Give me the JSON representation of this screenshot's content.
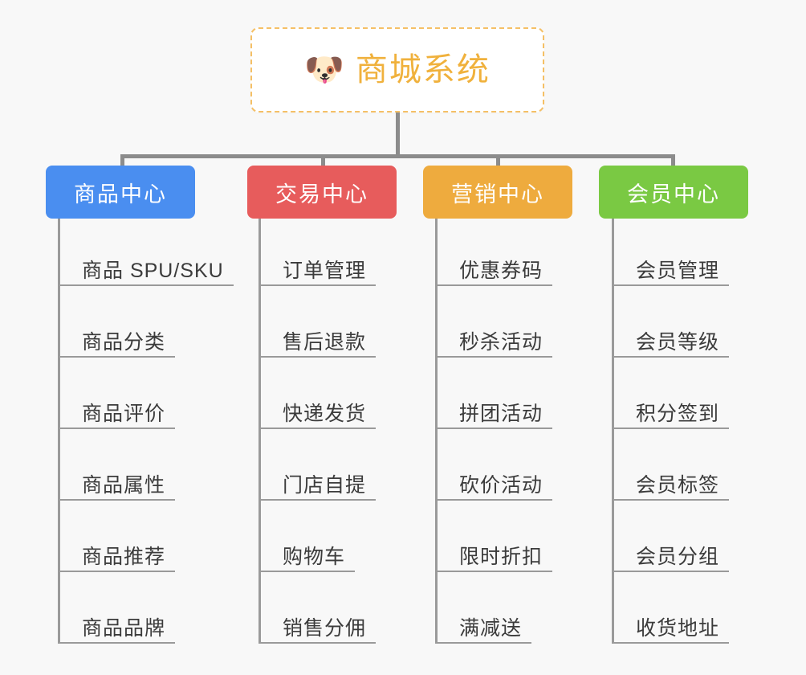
{
  "background_color": "#f8f8f8",
  "root": {
    "icon": "shiba-dog-face-icon",
    "icon_glyph": "🐶",
    "title": "商城系统",
    "text_color": "#f0b13c",
    "border_color": "#f5c066",
    "background_color": "#ffffff"
  },
  "connector": {
    "color": "#8c8c8c"
  },
  "columns": [
    {
      "id": "product-center",
      "title": "商品中心",
      "color": "#4a8ef0",
      "items": [
        "商品 SPU/SKU",
        "商品分类",
        "商品评价",
        "商品属性",
        "商品推荐",
        "商品品牌"
      ]
    },
    {
      "id": "transaction-center",
      "title": "交易中心",
      "color": "#e75c5c",
      "items": [
        "订单管理",
        "售后退款",
        "快递发货",
        "门店自提",
        "购物车",
        "销售分佣"
      ]
    },
    {
      "id": "marketing-center",
      "title": "营销中心",
      "color": "#eeab3e",
      "items": [
        "优惠券码",
        "秒杀活动",
        "拼团活动",
        "砍价活动",
        "限时折扣",
        "满减送"
      ]
    },
    {
      "id": "member-center",
      "title": "会员中心",
      "color": "#7ac943",
      "items": [
        "会员管理",
        "会员等级",
        "积分签到",
        "会员标签",
        "会员分组",
        "收货地址"
      ]
    }
  ]
}
